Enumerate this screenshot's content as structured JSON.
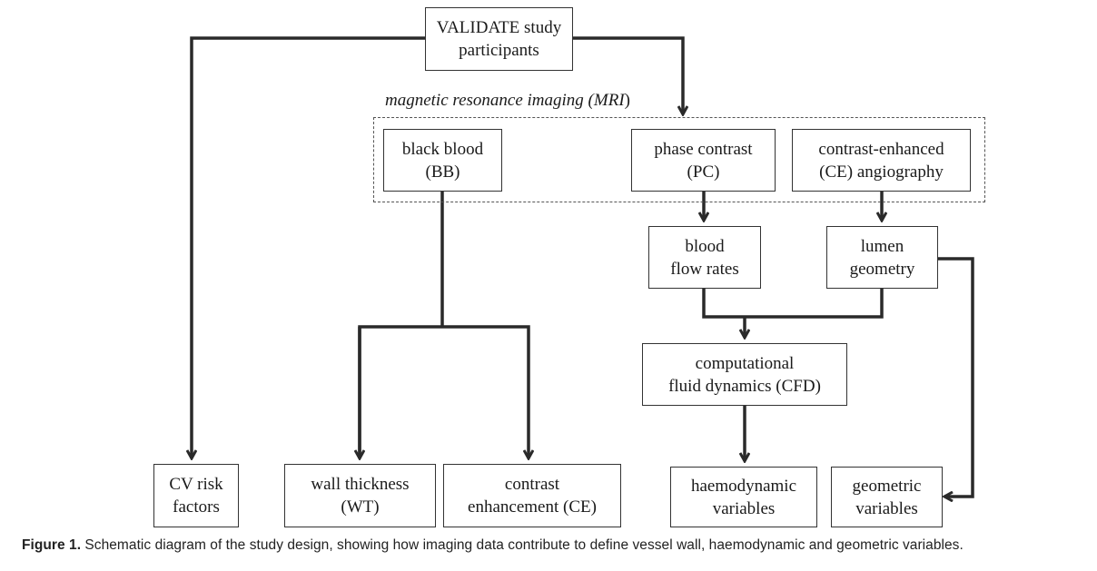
{
  "diagram": {
    "group": {
      "label": "magnetic resonance imaging (MRI)",
      "label_plain": "magnetic resonance imaging (",
      "label_abbr": "MRI",
      "label_close": ")"
    },
    "nodes": {
      "validate": "VALIDATE study\nparticipants",
      "black_blood": "black blood\n(BB)",
      "phase_contrast": "phase contrast\n(PC)",
      "contrast_enhanced": "contrast-enhanced\n(CE) angiography",
      "blood_flow": "blood\nflow rates",
      "lumen": "lumen\ngeometry",
      "cfd": "computational\nfluid dynamics (CFD)",
      "cv_risk": "CV risk\nfactors",
      "wall_thickness": "wall thickness\n(WT)",
      "contrast_enhancement": "contrast\nenhancement (CE)",
      "haemodynamic": "haemodynamic\nvariables",
      "geometric": "geometric\nvariables"
    }
  },
  "caption": {
    "label": "Figure 1.",
    "text": " Schematic diagram of the study design, showing how imaging data contribute to define vessel wall, haemodynamic and geometric variables."
  }
}
